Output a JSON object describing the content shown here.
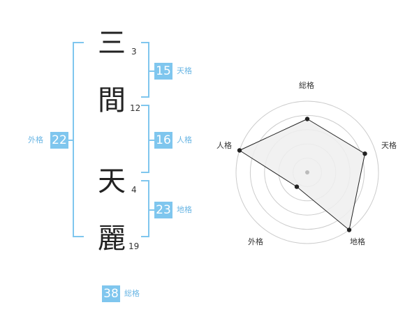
{
  "characters": [
    {
      "char": "三",
      "strokes": "3"
    },
    {
      "char": "間",
      "strokes": "12"
    },
    {
      "char": "天",
      "strokes": "4"
    },
    {
      "char": "麗",
      "strokes": "19"
    }
  ],
  "fortunes": {
    "tenkaku": {
      "value": "15",
      "label": "天格"
    },
    "jinkaku": {
      "value": "16",
      "label": "人格"
    },
    "chikaku": {
      "value": "23",
      "label": "地格"
    },
    "gaikaku": {
      "value": "22",
      "label": "外格"
    },
    "soukaku": {
      "value": "38",
      "label": "総格"
    }
  },
  "colors": {
    "accent": "#7fc6ee",
    "accent_text": "#6ab6e4",
    "radar_fill": "#efefef",
    "radar_grid": "#cccccc"
  },
  "chart_data": {
    "type": "radar",
    "axes": [
      "総格",
      "天格",
      "地格",
      "外格",
      "人格"
    ],
    "values": [
      0.75,
      0.85,
      1.0,
      0.25,
      1.0
    ],
    "range": [
      0,
      1
    ],
    "rings": 5,
    "grid": true
  }
}
